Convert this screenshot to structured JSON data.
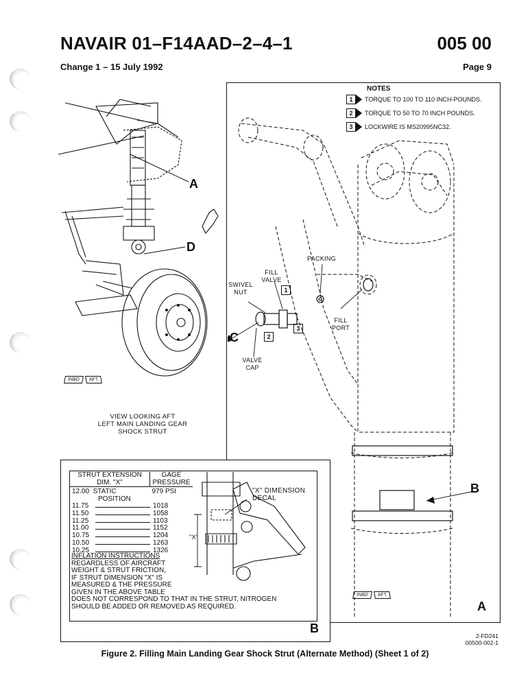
{
  "header": {
    "doc_id": "NAVAIR 01–F14AAD–2–4–1",
    "section": "005 00",
    "change": "Change 1 – 15 July 1992",
    "page": "Page 9"
  },
  "notes": {
    "title": "NOTES",
    "items": [
      {
        "num": "1",
        "text": "TORQUE TO 100 TO 110 INCH-POUNDS."
      },
      {
        "num": "2",
        "text": "TORQUE TO 50 TO 70 INCH POUNDS."
      },
      {
        "num": "3",
        "text": "LOCKWIRE IS MS20995NC32."
      }
    ]
  },
  "view_left": {
    "label_a": "A",
    "label_d": "D",
    "inbd": "INBD",
    "aft": "AFT",
    "caption_l1": "VIEW LOOKING AFT",
    "caption_l2": "LEFT MAIN LANDING GEAR",
    "caption_l3": "SHOCK STRUT"
  },
  "detail_a": {
    "fill_valve_l1": "FILL",
    "fill_valve_l2": "VALVE",
    "packing": "PACKING",
    "swivel_l1": "SWIVEL",
    "swivel_l2": "NUT",
    "fill_port_l1": "FILL",
    "fill_port_l2": "PORT",
    "valve_cap_l1": "VALVE",
    "valve_cap_l2": "CAP",
    "callout_c": "C",
    "callout_b": "B",
    "flag_1": "1",
    "flag_2": "2",
    "flag_3": "3",
    "inbd": "INBD",
    "aft": "AFT",
    "view_letter": "A"
  },
  "detail_b": {
    "col1_l1": "STRUT EXTENSION",
    "col1_l2": "DIM. \"X\"",
    "col2_l1": "GAGE",
    "col2_l2": "PRESSURE",
    "static_ext": "12.00",
    "static_l1": "STATIC",
    "static_l2": "POSITION",
    "static_psi": "979 PSI",
    "rows": [
      {
        "ext": "11.75",
        "psi": "1018"
      },
      {
        "ext": "11.50",
        "psi": "1058"
      },
      {
        "ext": "11.25",
        "psi": "1103"
      },
      {
        "ext": "11.00",
        "psi": "1152"
      },
      {
        "ext": "10.75",
        "psi": "1204"
      },
      {
        "ext": "10.50",
        "psi": "1263"
      },
      {
        "ext": "10.25",
        "psi": "1326"
      }
    ],
    "instr_title": "INFLATION INSTRUCTIONS",
    "instr_lines": [
      "REGARDLESS OF AIRCRAFT",
      "WEIGHT & STRUT FRICTION,",
      "IF STRUT DIMENSION \"X\" IS",
      "MEASURED & THE PRESSURE",
      "GIVEN IN THE ABOVE TABLE",
      "DOES NOT CORRESPOND TO THAT IN THE STRUT, NITROGEN",
      "SHOULD BE ADDED OR REMOVED AS REQUIRED."
    ],
    "decal_l1": "\"X\" DIMENSION",
    "decal_l2": "DECAL",
    "x_mark": "\"X\"",
    "view_letter": "B"
  },
  "footer": {
    "code_l1": "2-FD241",
    "code_l2": "00500-002-1",
    "caption": "Figure 2. Filling Main Landing Gear Shock Strut (Alternate Method) (Sheet 1 of 2)"
  }
}
